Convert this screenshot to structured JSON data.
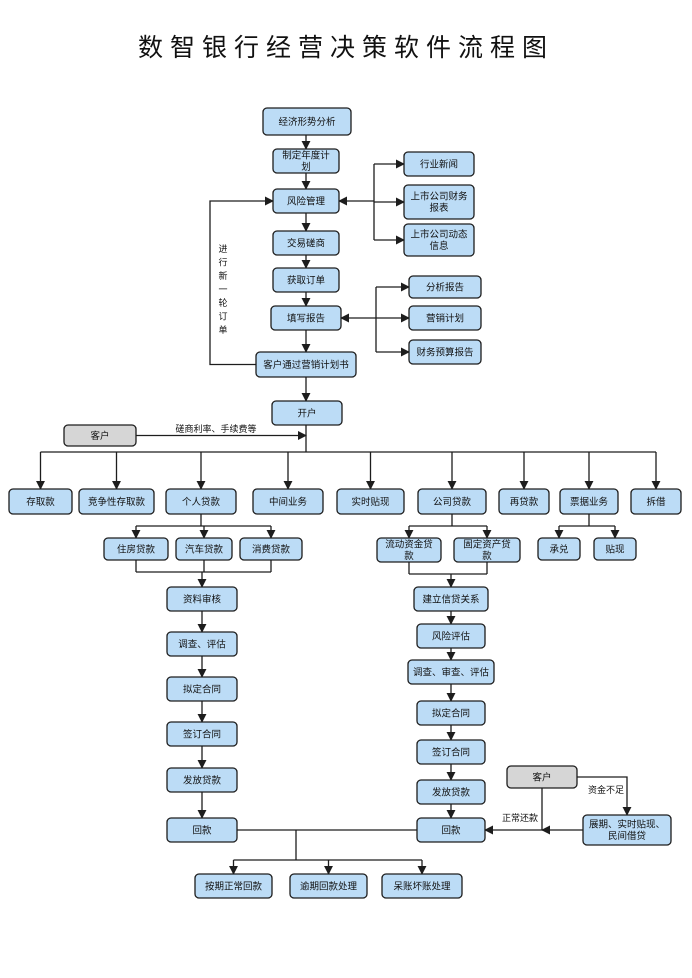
{
  "title": "数智银行经营决策软件流程图",
  "nodes": {
    "jjxs": "经济形势分析",
    "zdnd": "制定年度计划",
    "fxgl": "风险管理",
    "hyxw": "行业新闻",
    "sscwbb": "上市公司财务报表",
    "ssdtxx": "上市公司动态信息",
    "jysh": "交易磋商",
    "hqdd": "获取订单",
    "txbg": "填写报告",
    "fxbg": "分析报告",
    "yxjh": "营销计划",
    "cwys": "财务预算报告",
    "khjh": "客户通过营销计划书",
    "kh": "开户",
    "kehu1": "客户",
    "cqk": "存取款",
    "jzxck": "竞争性存取款",
    "grdk": "个人贷款",
    "zjyw": "中间业务",
    "sstx": "实时贴现",
    "gsdk": "公司贷款",
    "zdk": "再贷款",
    "pjyw": "票据业务",
    "cj": "拆借",
    "zfdk": "住房贷款",
    "qcdk": "汽车贷款",
    "xfdk": "消费贷款",
    "ldzj": "流动资金贷款",
    "gdzc": "固定资产贷款",
    "cd": "承兑",
    "tx": "贴现",
    "zlsh": "资料审核",
    "dcpg": "调查、评估",
    "ndht1": "拟定合同",
    "qdht1": "签订合同",
    "ffdk1": "发放贷款",
    "hk1": "回款",
    "jlxd": "建立信贷关系",
    "fxpg": "风险评估",
    "dcscpg": "调查、审查、评估",
    "ndht2": "拟定合同",
    "qdht2": "签订合同",
    "ffdk2": "发放贷款",
    "hk2": "回款",
    "kehu2": "客户",
    "zq": "展期、实时贴现、民间借贷",
    "aqzc": "按期正常回款",
    "yqhk": "逾期回款处理",
    "dzhz": "呆账坏账处理"
  },
  "edge_labels": {
    "loop": "进行新一轮订单",
    "rate": "磋商利率、手续费等",
    "normal": "正常还款",
    "short": "资金不足"
  }
}
